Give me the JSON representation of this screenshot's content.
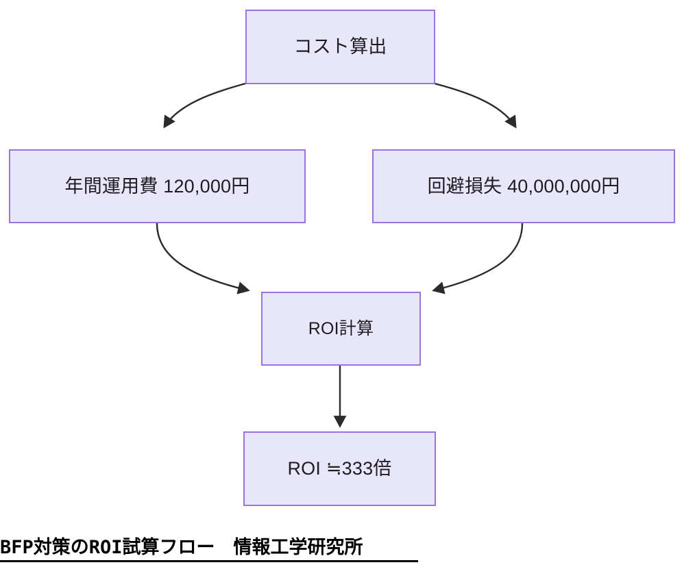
{
  "diagram": {
    "type": "flowchart",
    "direction": "top-down",
    "background_color": "#ffffff",
    "node_fill_color": "#e8e6fb",
    "node_border_color": "#9b72e0",
    "connector_color": "#2b2b2b",
    "text_color": "#1d1d21",
    "nodes": [
      {
        "id": "cost",
        "label": "コスト算出"
      },
      {
        "id": "opex",
        "label": "年間運用費 120,000円"
      },
      {
        "id": "avoidedloss",
        "label": "回避損失 40,000,000円"
      },
      {
        "id": "roicalc",
        "label": "ROI計算"
      },
      {
        "id": "roiresult",
        "label": "ROI ≒333倍"
      }
    ],
    "edges": [
      {
        "from": "cost",
        "to": "opex",
        "style": "curved",
        "arrow": "end"
      },
      {
        "from": "cost",
        "to": "avoidedloss",
        "style": "curved",
        "arrow": "end"
      },
      {
        "from": "opex",
        "to": "roicalc",
        "style": "curved",
        "arrow": "end"
      },
      {
        "from": "avoidedloss",
        "to": "roicalc",
        "style": "curved",
        "arrow": "end"
      },
      {
        "from": "roicalc",
        "to": "roiresult",
        "style": "straight",
        "arrow": "end"
      }
    ]
  },
  "caption": {
    "text": "BFP対策のROI試算フロー　情報工学研究所",
    "underlined": true
  }
}
